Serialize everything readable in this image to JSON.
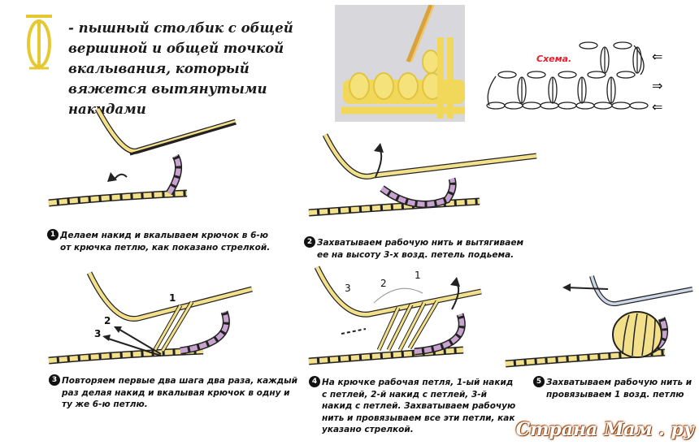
{
  "header": {
    "symbol_icon": "puff-stitch-symbol-icon",
    "description": "- пышный столбик с общей вершиной и общей точкой вкалывания, который вяжется вытянутыми накидами"
  },
  "scheme": {
    "label": "Схема.",
    "arrows": [
      "⇐",
      "⇒",
      "⇐"
    ]
  },
  "steps": [
    {
      "number": "1",
      "text": "Делаем накид и вкалываем крючок в 6-ю от крючка петлю, как показано стрелкой."
    },
    {
      "number": "2",
      "text": "Захватываем рабочую нить и вытягиваем ее на высоту 3-х возд. петель подьема."
    },
    {
      "number": "3",
      "text": "Повторяем первые два шага два раза, каждый раз делая накид и вкалывая крючок в одну и ту же 6-ю петлю.",
      "labels": [
        "1",
        "2",
        "3"
      ]
    },
    {
      "number": "4",
      "text": "На крючке рабочая петля, 1-ый накид с петлей, 2-й накид с петлей, 3-й накид с петлей. Захватываем рабочую нить и провязываем все эти петли, как указано стрелкой.",
      "labels": [
        "3",
        "2",
        "1"
      ]
    },
    {
      "number": "5",
      "text": "Захватываем рабочую нить и провязываем 1 возд. петлю"
    }
  ],
  "watermark": "Страна Мам . ру",
  "colors": {
    "yarn": "#f3e08a",
    "outline": "#222222",
    "pink": "#c9a3cf",
    "grey": "#bdbdbd",
    "red": "#e0202a",
    "hook": "#d9a23a"
  }
}
